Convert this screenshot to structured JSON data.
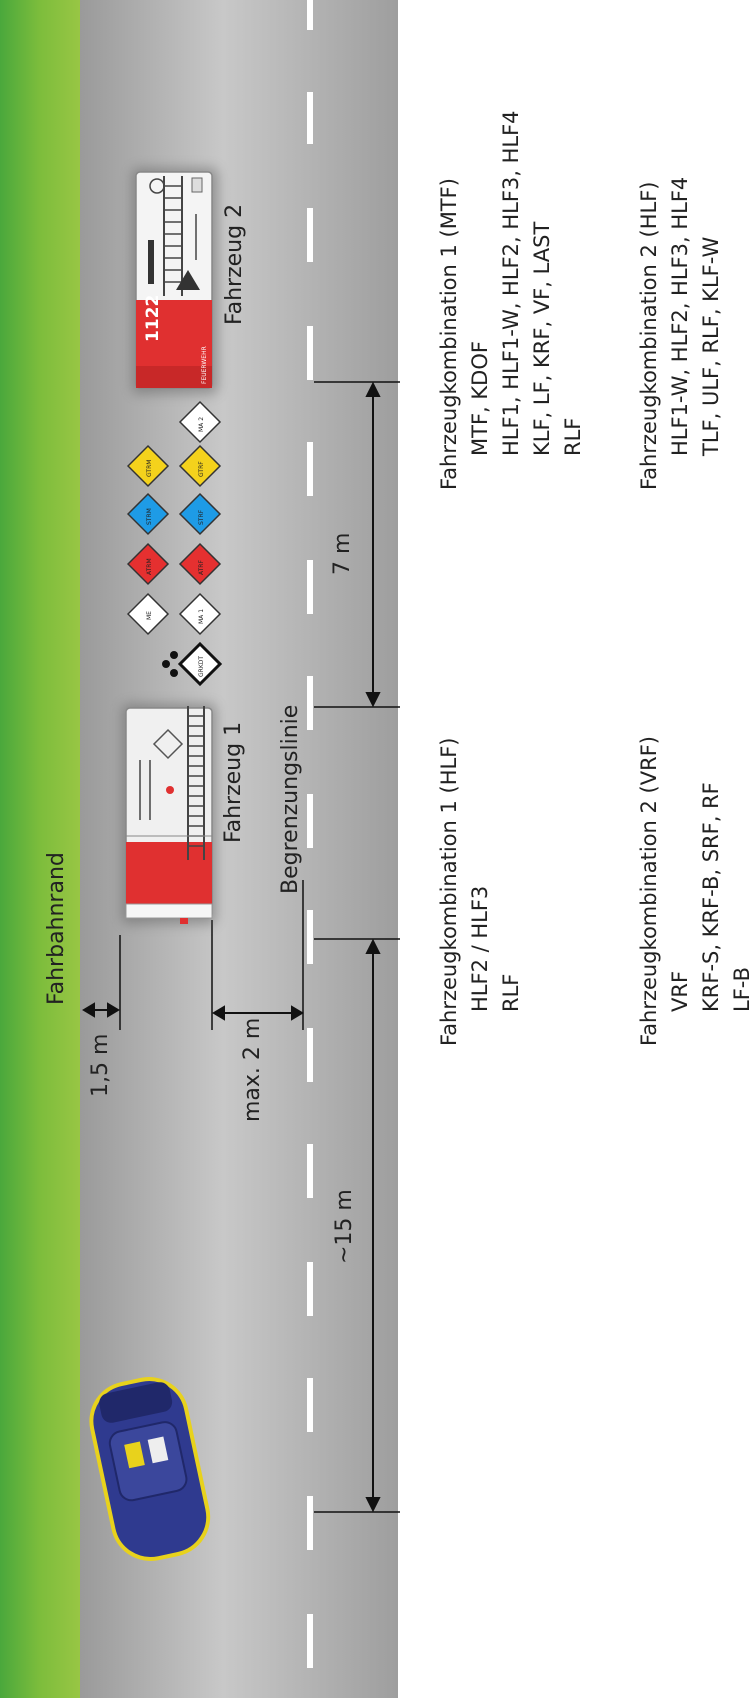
{
  "scene": {
    "verge_label": "Fahrbahnrand",
    "vehicle1_label": "Fahrzeug 1",
    "vehicle2_label": "Fahrzeug 2",
    "boundary_label": "Begrenzungslinie",
    "colors": {
      "grass": "#7dbd3c",
      "road": "#b7b7b7",
      "lane_marking": "#ffffff",
      "fire_red": "#e03030",
      "police_blue": "#2f3a8f",
      "police_yellow": "#e8d21c"
    }
  },
  "dimensions": {
    "d_verge": "1,5 m",
    "d_boundary": "max. 2 m",
    "d_spacing": "7 m",
    "d_safety": "~15 m"
  },
  "vehicle_text": {
    "v2_number": "1122",
    "v2_body": "FEUERWEHR"
  },
  "markers": {
    "me": "ME",
    "atrm": "ATRM",
    "strm": "STRM",
    "gtrm": "GTRM",
    "grkdt": "GRKDT",
    "ma1": "MA 1",
    "atrf": "ATRF",
    "strf": "STRF",
    "gtrf": "GTRF",
    "ma2": "MA 2"
  },
  "legend": {
    "combo1_hlf": {
      "title": "Fahrzeugkombination 1 (HLF)",
      "lines": [
        "HLF2 / HLF3",
        "RLF"
      ]
    },
    "combo1_mtf": {
      "title": "Fahrzeugkombination 1 (MTF)",
      "lines": [
        "MTF, KDOF",
        "HLF1, HLF1-W, HLF2, HLF3, HLF4",
        "KLF, LF, KRF, VF, LAST",
        "RLF"
      ]
    },
    "combo2_vrf": {
      "title": "Fahrzeugkombination 2 (VRF)",
      "lines": [
        "VRF",
        "KRF-S, KRF-B, SRF, RF",
        "LF-B"
      ]
    },
    "combo2_hlf": {
      "title": "Fahrzeugkombination 2 (HLF)",
      "lines": [
        "HLF1-W, HLF2, HLF3, HLF4",
        "TLF, ULF, RLF, KLF-W"
      ]
    }
  }
}
